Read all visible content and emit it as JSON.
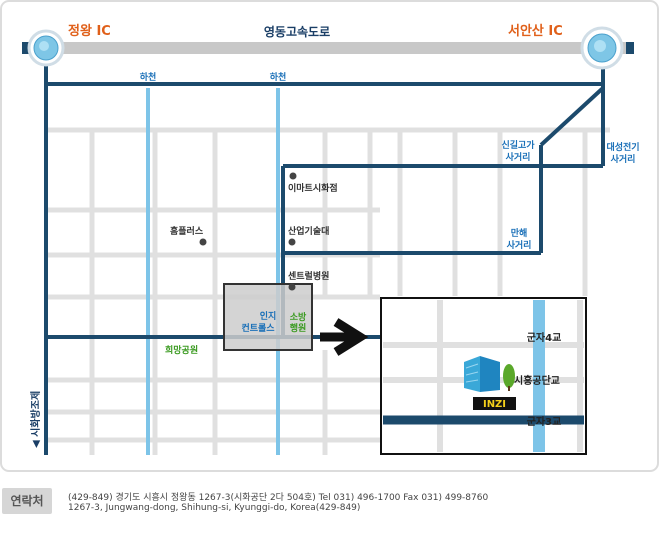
{
  "map": {
    "highway": "영동고속도로",
    "ic_left": "정왕 IC",
    "ic_right": "서안산 IC",
    "river_left": "하천",
    "river_right": "하천",
    "left_road": "◀ 시화방조제",
    "intersections": {
      "singil_line1": "신길고가",
      "singil_line2": "사거리",
      "daesung_line1": "대성전기",
      "daesung_line2": "사거리",
      "manhae_line1": "만해",
      "manhae_line2": "사거리"
    },
    "places": {
      "emart": "이마트시화점",
      "homeplus": "홈플러스",
      "industrial_tech": "산업기술대",
      "central_hospital": "센트럴병원",
      "inji_line1": "인지",
      "inji_line2": "컨트롤스",
      "sobang_line1": "소방",
      "sobang_line2": "행원",
      "huimang_park": "희망공원"
    },
    "detail": {
      "bridge_4": "군자4교",
      "bridge_3": "군자3교",
      "siheung_bridge": "시흥공단교",
      "company_logo": "INZI"
    },
    "colors": {
      "road_main": "#1c4a6c",
      "river": "#7dc4e8",
      "ic_label": "#e0601a",
      "highway_label": "#1a3e66",
      "blue_label": "#1a70b8",
      "green_label": "#3a9a20",
      "grid": "#e0e0e0"
    }
  },
  "contact": {
    "label": "연락처",
    "address_ko": "(429-849) 경기도 시흥시 정왕동 1267-3(시화공단 2다 504호)   Tel 031) 496-1700   Fax 031) 499-8760",
    "address_en": "1267-3, Jungwang-dong, Shihung-si, Kyunggi-do, Korea(429-849)"
  }
}
